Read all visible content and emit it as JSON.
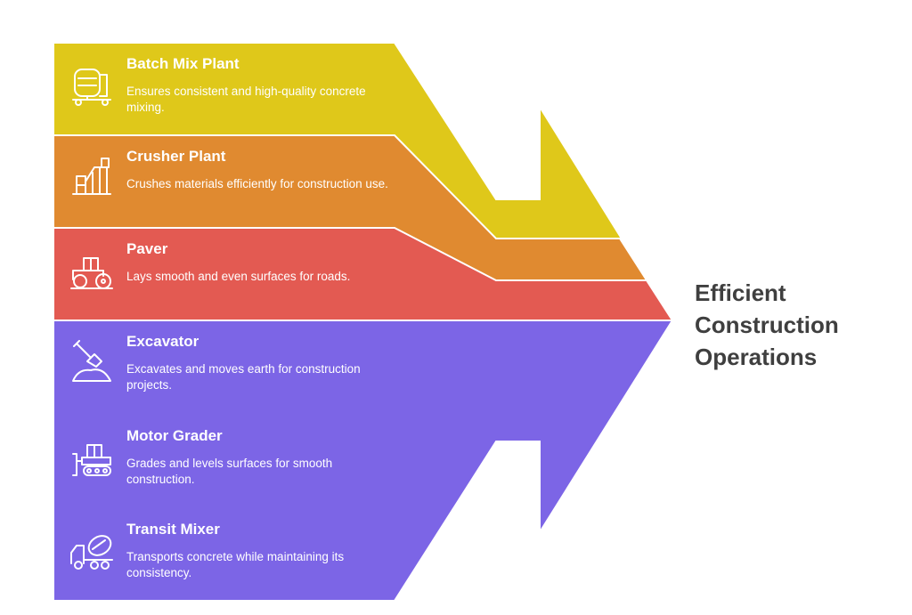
{
  "headline": {
    "line1": "Efficient",
    "line2": "Construction",
    "line3": "Operations"
  },
  "items": [
    {
      "title": "Batch Mix Plant",
      "description": "Ensures consistent and high-quality concrete mixing.",
      "color": "#dfc81a",
      "icon": "concrete-mixer-icon"
    },
    {
      "title": "Crusher Plant",
      "description": "Crushes materials efficiently for construction use.",
      "color": "#e08a30",
      "icon": "crusher-plant-icon"
    },
    {
      "title": "Paver",
      "description": "Lays smooth and even surfaces for roads.",
      "color": "#e35a52",
      "icon": "road-roller-icon"
    },
    {
      "title": "Excavator",
      "description": "Excavates and moves earth for construction projects.",
      "color": "#df57a3",
      "icon": "shovel-icon"
    },
    {
      "title": "Motor Grader",
      "description": "Grades and levels surfaces for smooth construction.",
      "color": "#b85de0",
      "icon": "bulldozer-icon"
    },
    {
      "title": "Transit Mixer",
      "description": "Transports concrete while maintaining its consistency.",
      "color": "#7c65e6",
      "icon": "mixer-truck-icon"
    }
  ]
}
